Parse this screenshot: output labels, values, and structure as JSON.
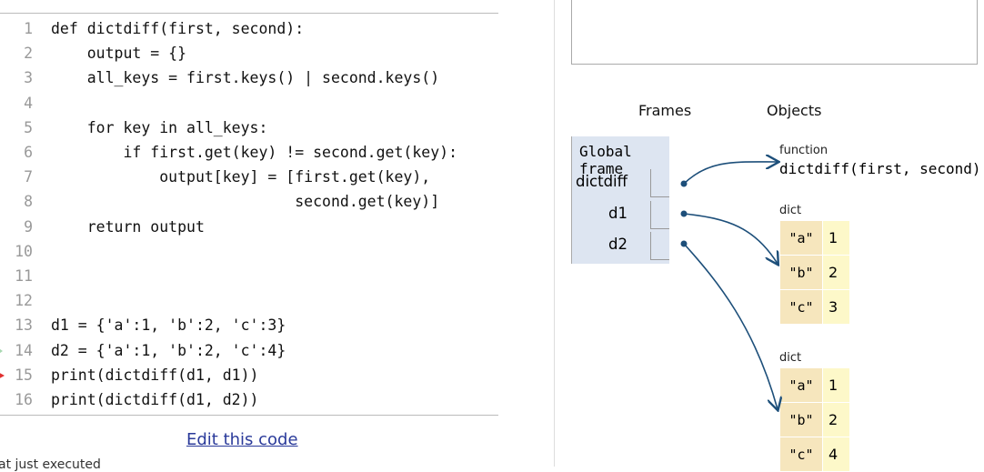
{
  "code_lines": [
    {
      "n": "1",
      "text": "def dictdiff(first, second):"
    },
    {
      "n": "2",
      "text": "    output = {}"
    },
    {
      "n": "3",
      "text": "    all_keys = first.keys() | second.keys()"
    },
    {
      "n": "4",
      "text": ""
    },
    {
      "n": "5",
      "text": "    for key in all_keys:"
    },
    {
      "n": "6",
      "text": "        if first.get(key) != second.get(key):"
    },
    {
      "n": "7",
      "text": "            output[key] = [first.get(key),"
    },
    {
      "n": "8",
      "text": "                           second.get(key)]"
    },
    {
      "n": "9",
      "text": "    return output"
    },
    {
      "n": "10",
      "text": ""
    },
    {
      "n": "11",
      "text": ""
    },
    {
      "n": "12",
      "text": ""
    },
    {
      "n": "13",
      "text": "d1 = {'a':1, 'b':2, 'c':3}"
    },
    {
      "n": "14",
      "text": "d2 = {'a':1, 'b':2, 'c':4}"
    },
    {
      "n": "15",
      "text": "print(dictdiff(d1, d1))"
    },
    {
      "n": "16",
      "text": "print(dictdiff(d1, d2))"
    }
  ],
  "prev_line_arrow_color": "#a8d8b0",
  "next_line_arrow_color": "#e03030",
  "edit_link": "Edit this code",
  "status_text": "at just executed",
  "viz": {
    "frames_header": "Frames",
    "objects_header": "Objects",
    "global_frame": "Global frame",
    "vars": [
      "dictdiff",
      "d1",
      "d2"
    ],
    "function_label": "function",
    "function_sig": "dictdiff(first, second)",
    "dict_label": "dict",
    "d1": [
      {
        "k": "\"a\"",
        "v": "1"
      },
      {
        "k": "\"b\"",
        "v": "2"
      },
      {
        "k": "\"c\"",
        "v": "3"
      }
    ],
    "d2": [
      {
        "k": "\"a\"",
        "v": "1"
      },
      {
        "k": "\"b\"",
        "v": "2"
      },
      {
        "k": "\"c\"",
        "v": "4"
      }
    ]
  }
}
